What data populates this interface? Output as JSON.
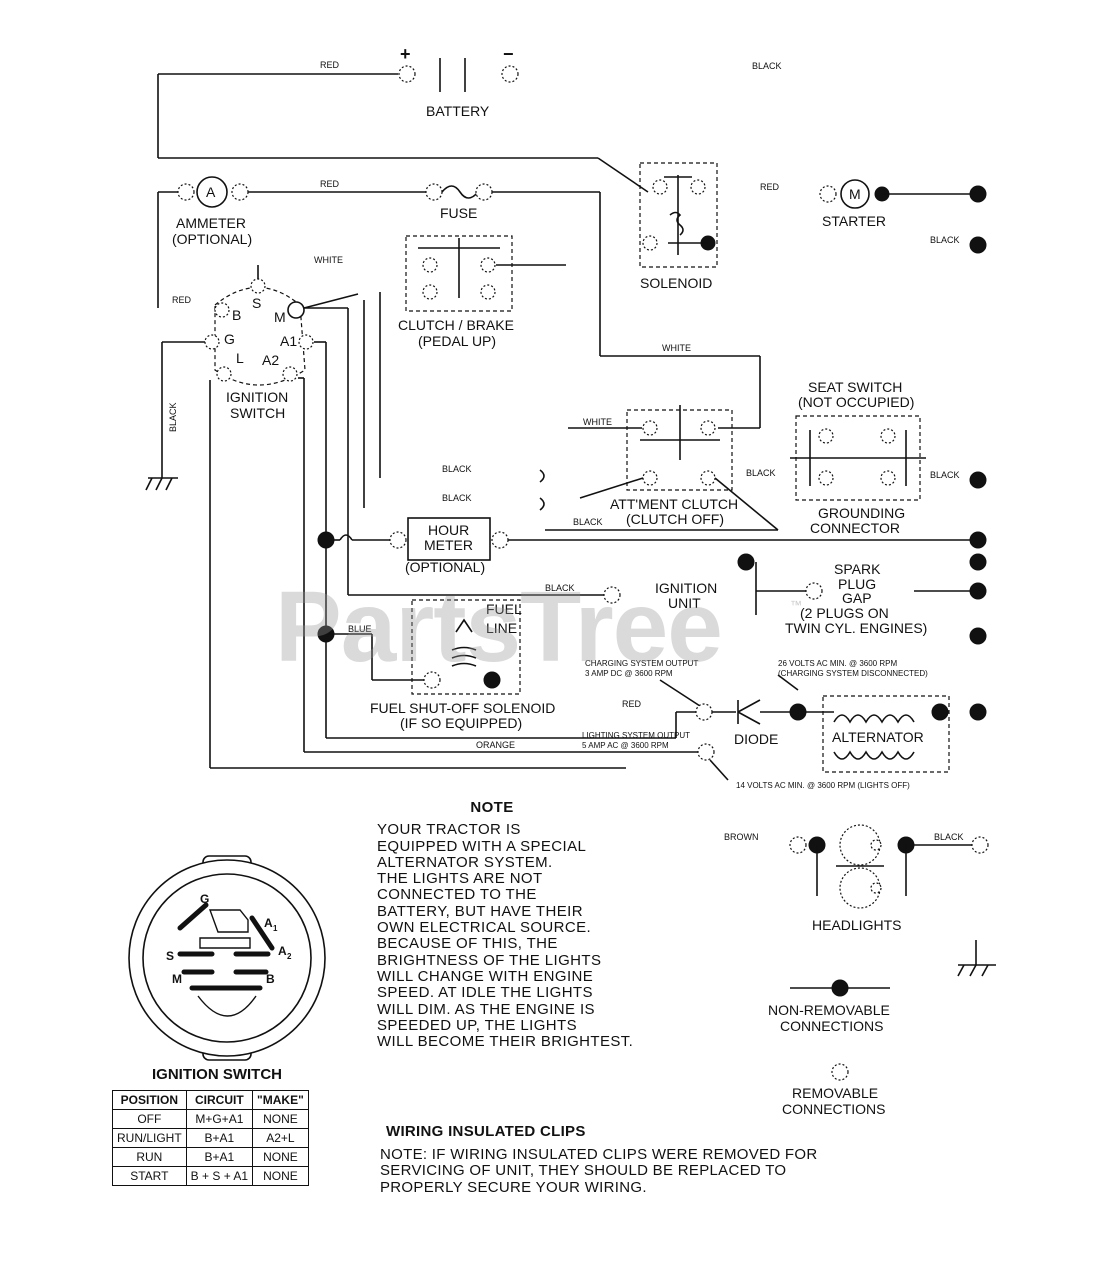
{
  "battery": {
    "plus": "+",
    "minus": "−",
    "label": "BATTERY"
  },
  "wire_colors": {
    "red_top": "RED",
    "black_top": "BLACK",
    "red_ammeter": "RED",
    "red_starter": "RED",
    "black_starter": "BLACK",
    "white_ign": "WHITE",
    "red_left": "RED",
    "black_vertical": "BLACK",
    "white_right": "WHITE",
    "white_pto": "WHITE",
    "black_1": "BLACK",
    "black_2": "BLACK",
    "black_3": "BLACK",
    "black_pto_right": "BLACK",
    "black_seat": "BLACK",
    "black_ign_unit": "BLACK",
    "blue": "BLUE",
    "red_diode": "RED",
    "orange": "ORANGE",
    "brown": "BROWN",
    "black_headlights": "BLACK"
  },
  "components": {
    "ammeter_symbol": "A",
    "ammeter": [
      "AMMETER",
      "(OPTIONAL)"
    ],
    "fuse": "FUSE",
    "solenoid": "SOLENOID",
    "starter_symbol": "M",
    "starter": "STARTER",
    "clutch_brake": [
      "CLUTCH / BRAKE",
      "(PEDAL UP)"
    ],
    "ignition_switch": [
      "IGNITION",
      "SWITCH"
    ],
    "ign_terminals": {
      "s": "S",
      "b": "B",
      "m": "M",
      "g": "G",
      "a1": "A1",
      "l": "L",
      "a2": "A2"
    },
    "seat_switch": [
      "SEAT SWITCH",
      "(NOT OCCUPIED)"
    ],
    "attachment_clutch": [
      "ATT'MENT CLUTCH",
      "(CLUTCH OFF)"
    ],
    "grounding_connector": [
      "GROUNDING",
      "CONNECTOR"
    ],
    "hour_meter": [
      "HOUR",
      "METER"
    ],
    "hour_meter_opt": "(OPTIONAL)",
    "ignition_unit": [
      "IGNITION",
      "UNIT"
    ],
    "spark_plug": [
      "SPARK",
      "PLUG",
      "GAP",
      "(2 PLUGS ON",
      "TWIN CYL. ENGINES)"
    ],
    "fuel_line": [
      "FUEL",
      "LINE"
    ],
    "fuel_solenoid": [
      "FUEL SHUT-OFF SOLENOID",
      "(IF SO EQUIPPED)"
    ],
    "charging_output": [
      "CHARGING SYSTEM OUTPUT",
      "3 AMP DC @ 3600 RPM"
    ],
    "charging_disconnected": [
      "26 VOLTS AC MIN. @ 3600 RPM",
      "(CHARGING SYSTEM DISCONNECTED)"
    ],
    "lighting_output": [
      "LIGHTING SYSTEM OUTPUT",
      "5 AMP AC @ 3600 RPM"
    ],
    "lights_off": "14 VOLTS AC MIN. @ 3600 RPM (LIGHTS OFF)",
    "diode": "DIODE",
    "alternator": "ALTERNATOR",
    "headlights": "HEADLIGHTS"
  },
  "legend": {
    "non_removable": [
      "NON-REMOVABLE",
      "CONNECTIONS"
    ],
    "removable": [
      "REMOVABLE",
      "CONNECTIONS"
    ]
  },
  "note": {
    "title": "NOTE",
    "lines": [
      "YOUR TRACTOR IS",
      "EQUIPPED WITH A SPECIAL",
      "ALTERNATOR SYSTEM.",
      "THE LIGHTS ARE NOT",
      "CONNECTED TO THE",
      "BATTERY, BUT HAVE THEIR",
      "OWN ELECTRICAL SOURCE.",
      "BECAUSE OF THIS, THE",
      "BRIGHTNESS OF THE LIGHTS",
      "WILL CHANGE WITH ENGINE",
      "SPEED.  AT IDLE THE LIGHTS",
      "WILL DIM.  AS THE ENGINE IS",
      "SPEEDED UP, THE LIGHTS",
      "WILL BECOME THEIR BRIGHTEST."
    ]
  },
  "clips": {
    "title": "WIRING INSULATED CLIPS",
    "lines": [
      "NOTE: IF WIRING INSULATED CLIPS WERE REMOVED FOR",
      "SERVICING OF UNIT, THEY SHOULD BE REPLACED TO",
      "PROPERLY SECURE YOUR WIRING."
    ]
  },
  "ignition_switch_face": {
    "g": "G",
    "a1": "A",
    "a1_sub": "1",
    "a2": "A",
    "a2_sub": "2",
    "s": "S",
    "m": "M",
    "b": "B"
  },
  "ignition_table": {
    "title": "IGNITION SWITCH",
    "headers": [
      "POSITION",
      "CIRCUIT",
      "\"MAKE\""
    ],
    "rows": [
      [
        "OFF",
        "M+G+A1",
        "NONE"
      ],
      [
        "RUN/LIGHT",
        "B+A1",
        "A2+L"
      ],
      [
        "RUN",
        "B+A1",
        "NONE"
      ],
      [
        "START",
        "B + S + A1",
        "NONE"
      ]
    ]
  },
  "watermark": {
    "text": "PartsTree",
    "tm": "™"
  }
}
